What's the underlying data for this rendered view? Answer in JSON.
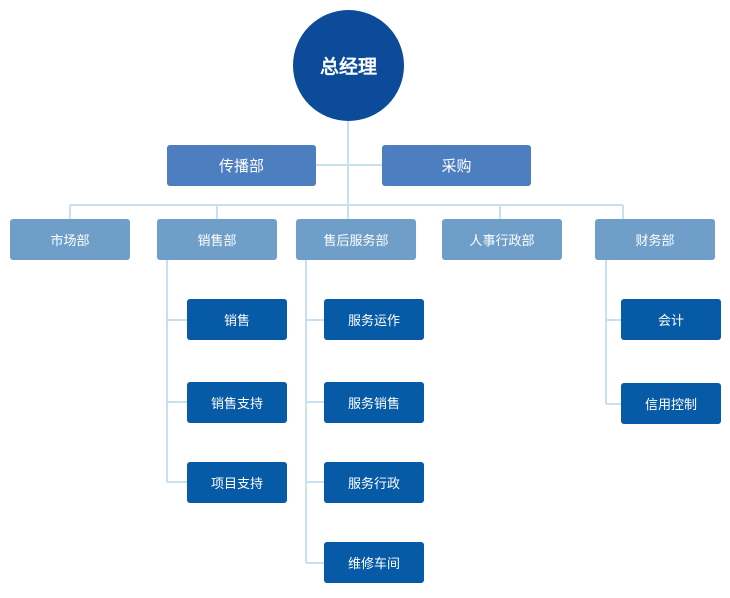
{
  "colors": {
    "ceo": "#0c4a9a",
    "staff": "#4d7fc0",
    "department": "#6f9fc9",
    "sub_unit": "#075aa5",
    "connector": "#c8e1f0"
  },
  "ceo": {
    "label": "总经理"
  },
  "staff_units": [
    {
      "label": "传播部"
    },
    {
      "label": "采购"
    }
  ],
  "departments": [
    {
      "label": "市场部",
      "children": []
    },
    {
      "label": "销售部",
      "children": [
        {
          "label": "销售"
        },
        {
          "label": "销售支持"
        },
        {
          "label": "项目支持"
        }
      ]
    },
    {
      "label": "售后服务部",
      "children": [
        {
          "label": "服务运作"
        },
        {
          "label": "服务销售"
        },
        {
          "label": "服务行政"
        },
        {
          "label": "维修车间"
        }
      ]
    },
    {
      "label": "人事行政部",
      "children": []
    },
    {
      "label": "财务部",
      "children": [
        {
          "label": "会计"
        },
        {
          "label": "信用控制"
        }
      ]
    }
  ]
}
